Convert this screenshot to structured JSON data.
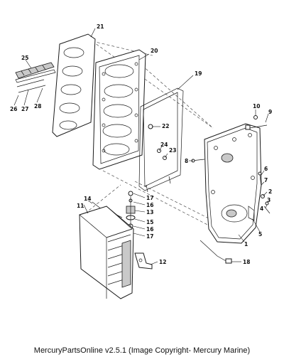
{
  "callouts": [
    {
      "id": "c1",
      "label": "1"
    },
    {
      "id": "c2",
      "label": "2"
    },
    {
      "id": "c3",
      "label": "3"
    },
    {
      "id": "c4",
      "label": "4"
    },
    {
      "id": "c5",
      "label": "5"
    },
    {
      "id": "c6",
      "label": "6"
    },
    {
      "id": "c7",
      "label": "7"
    },
    {
      "id": "c8",
      "label": "8"
    },
    {
      "id": "c9",
      "label": "9"
    },
    {
      "id": "c10",
      "label": "10"
    },
    {
      "id": "c11",
      "label": "11"
    },
    {
      "id": "c12",
      "label": "12"
    },
    {
      "id": "c13",
      "label": "13"
    },
    {
      "id": "c14",
      "label": "14"
    },
    {
      "id": "c15",
      "label": "15"
    },
    {
      "id": "c16a",
      "label": "16"
    },
    {
      "id": "c16b",
      "label": "16"
    },
    {
      "id": "c17a",
      "label": "17"
    },
    {
      "id": "c17b",
      "label": "17"
    },
    {
      "id": "c18",
      "label": "18"
    },
    {
      "id": "c19",
      "label": "19"
    },
    {
      "id": "c20",
      "label": "20"
    },
    {
      "id": "c21",
      "label": "21"
    },
    {
      "id": "c22",
      "label": "22"
    },
    {
      "id": "c23",
      "label": "23"
    },
    {
      "id": "c24",
      "label": "24"
    },
    {
      "id": "c25",
      "label": "25"
    },
    {
      "id": "c26",
      "label": "26"
    },
    {
      "id": "c27",
      "label": "27"
    },
    {
      "id": "c28",
      "label": "28"
    }
  ],
  "caption": "MercuryPartsOnline v2.5.1 (Image Copyright- Mercury Marine)"
}
